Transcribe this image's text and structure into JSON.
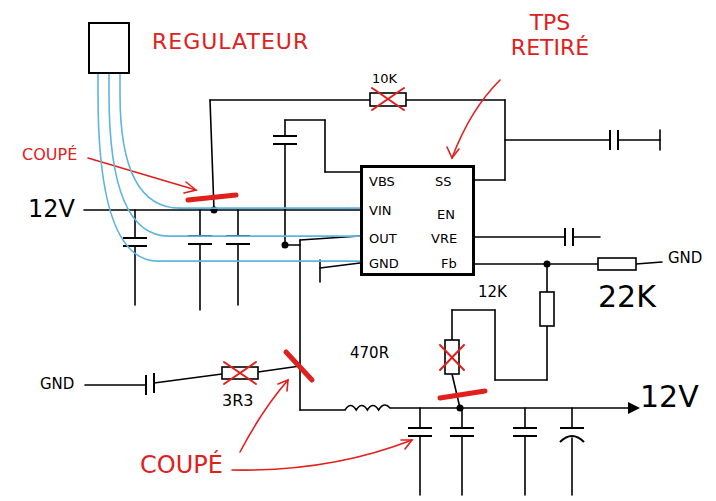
{
  "diagram": {
    "nodes": [
      {
        "text": [
          "REGULATEUR"
        ]
      },
      {
        "text": [
          "VBS",
          "SS",
          "VIN",
          "EN",
          "OUT",
          "VRE",
          "GND",
          "Fb"
        ]
      }
    ],
    "edges": [
      {
        "from": 0,
        "to": 1,
        "arrow": "none"
      },
      {
        "from": 0,
        "to": 1,
        "arrow": "none"
      },
      {
        "from": 0,
        "to": 1,
        "arrow": "none"
      }
    ],
    "labels": [
      "TPS RETIRÉ",
      "10K",
      "COUPÉ",
      "12V",
      "GND",
      "12K",
      "22K",
      "470R",
      "GND",
      "3R3",
      "12V",
      "COUPÉ"
    ]
  }
}
